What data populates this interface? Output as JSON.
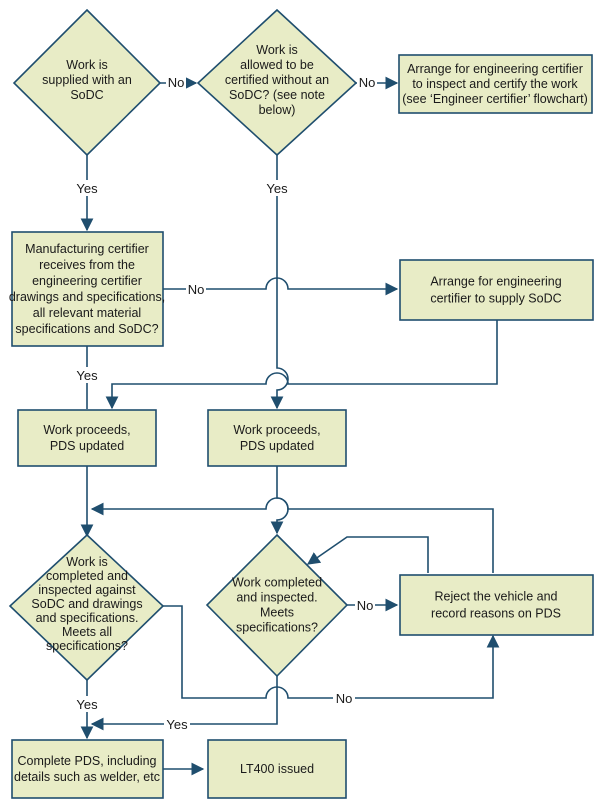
{
  "colors": {
    "node_fill": "#e8ecc6",
    "stroke": "#1f4e6e",
    "text": "#1a1a1a"
  },
  "nodes": {
    "d1": [
      "Work is",
      "supplied with an",
      "SoDC"
    ],
    "d2": [
      "Work is",
      "allowed to be",
      "certified without an",
      "SoDC? (see note",
      "below)"
    ],
    "b_arrange_inspect": [
      "Arrange for engineering certifier",
      "to inspect and certify the work",
      "(see ‘Engineer certifier’ flowchart)"
    ],
    "b_manufacturing": [
      "Manufacturing certifier",
      "receives from the",
      "engineering certifier",
      "drawings and specifications,",
      "all relevant material",
      "specifications and SoDC?"
    ],
    "b_arrange_supply": [
      "Arrange for engineering",
      "certifier to supply SoDC"
    ],
    "b_proceed_left": [
      "Work proceeds,",
      "PDS updated"
    ],
    "b_proceed_right": [
      "Work proceeds,",
      "PDS updated"
    ],
    "d_left": [
      "Work is",
      "completed and",
      "inspected against",
      "SoDC and drawings",
      "and specifications.",
      "Meets all",
      "specifications?"
    ],
    "d_right": [
      "Work completed",
      "and inspected.",
      "Meets",
      "specifications?"
    ],
    "b_reject": [
      "Reject the vehicle and",
      "record reasons on PDS"
    ],
    "b_complete": [
      "Complete PDS, including",
      "details such as welder, etc"
    ],
    "b_lt400": [
      "LT400 issued"
    ]
  },
  "edge_labels": {
    "d1_no": "No",
    "d2_no": "No",
    "d1_yes": "Yes",
    "d2_yes": "Yes",
    "manuf_no": "No",
    "manuf_yes": "Yes",
    "dright_no": "No",
    "dleft_no": "No",
    "dleft_yes": "Yes",
    "dright_yes": "Yes"
  }
}
